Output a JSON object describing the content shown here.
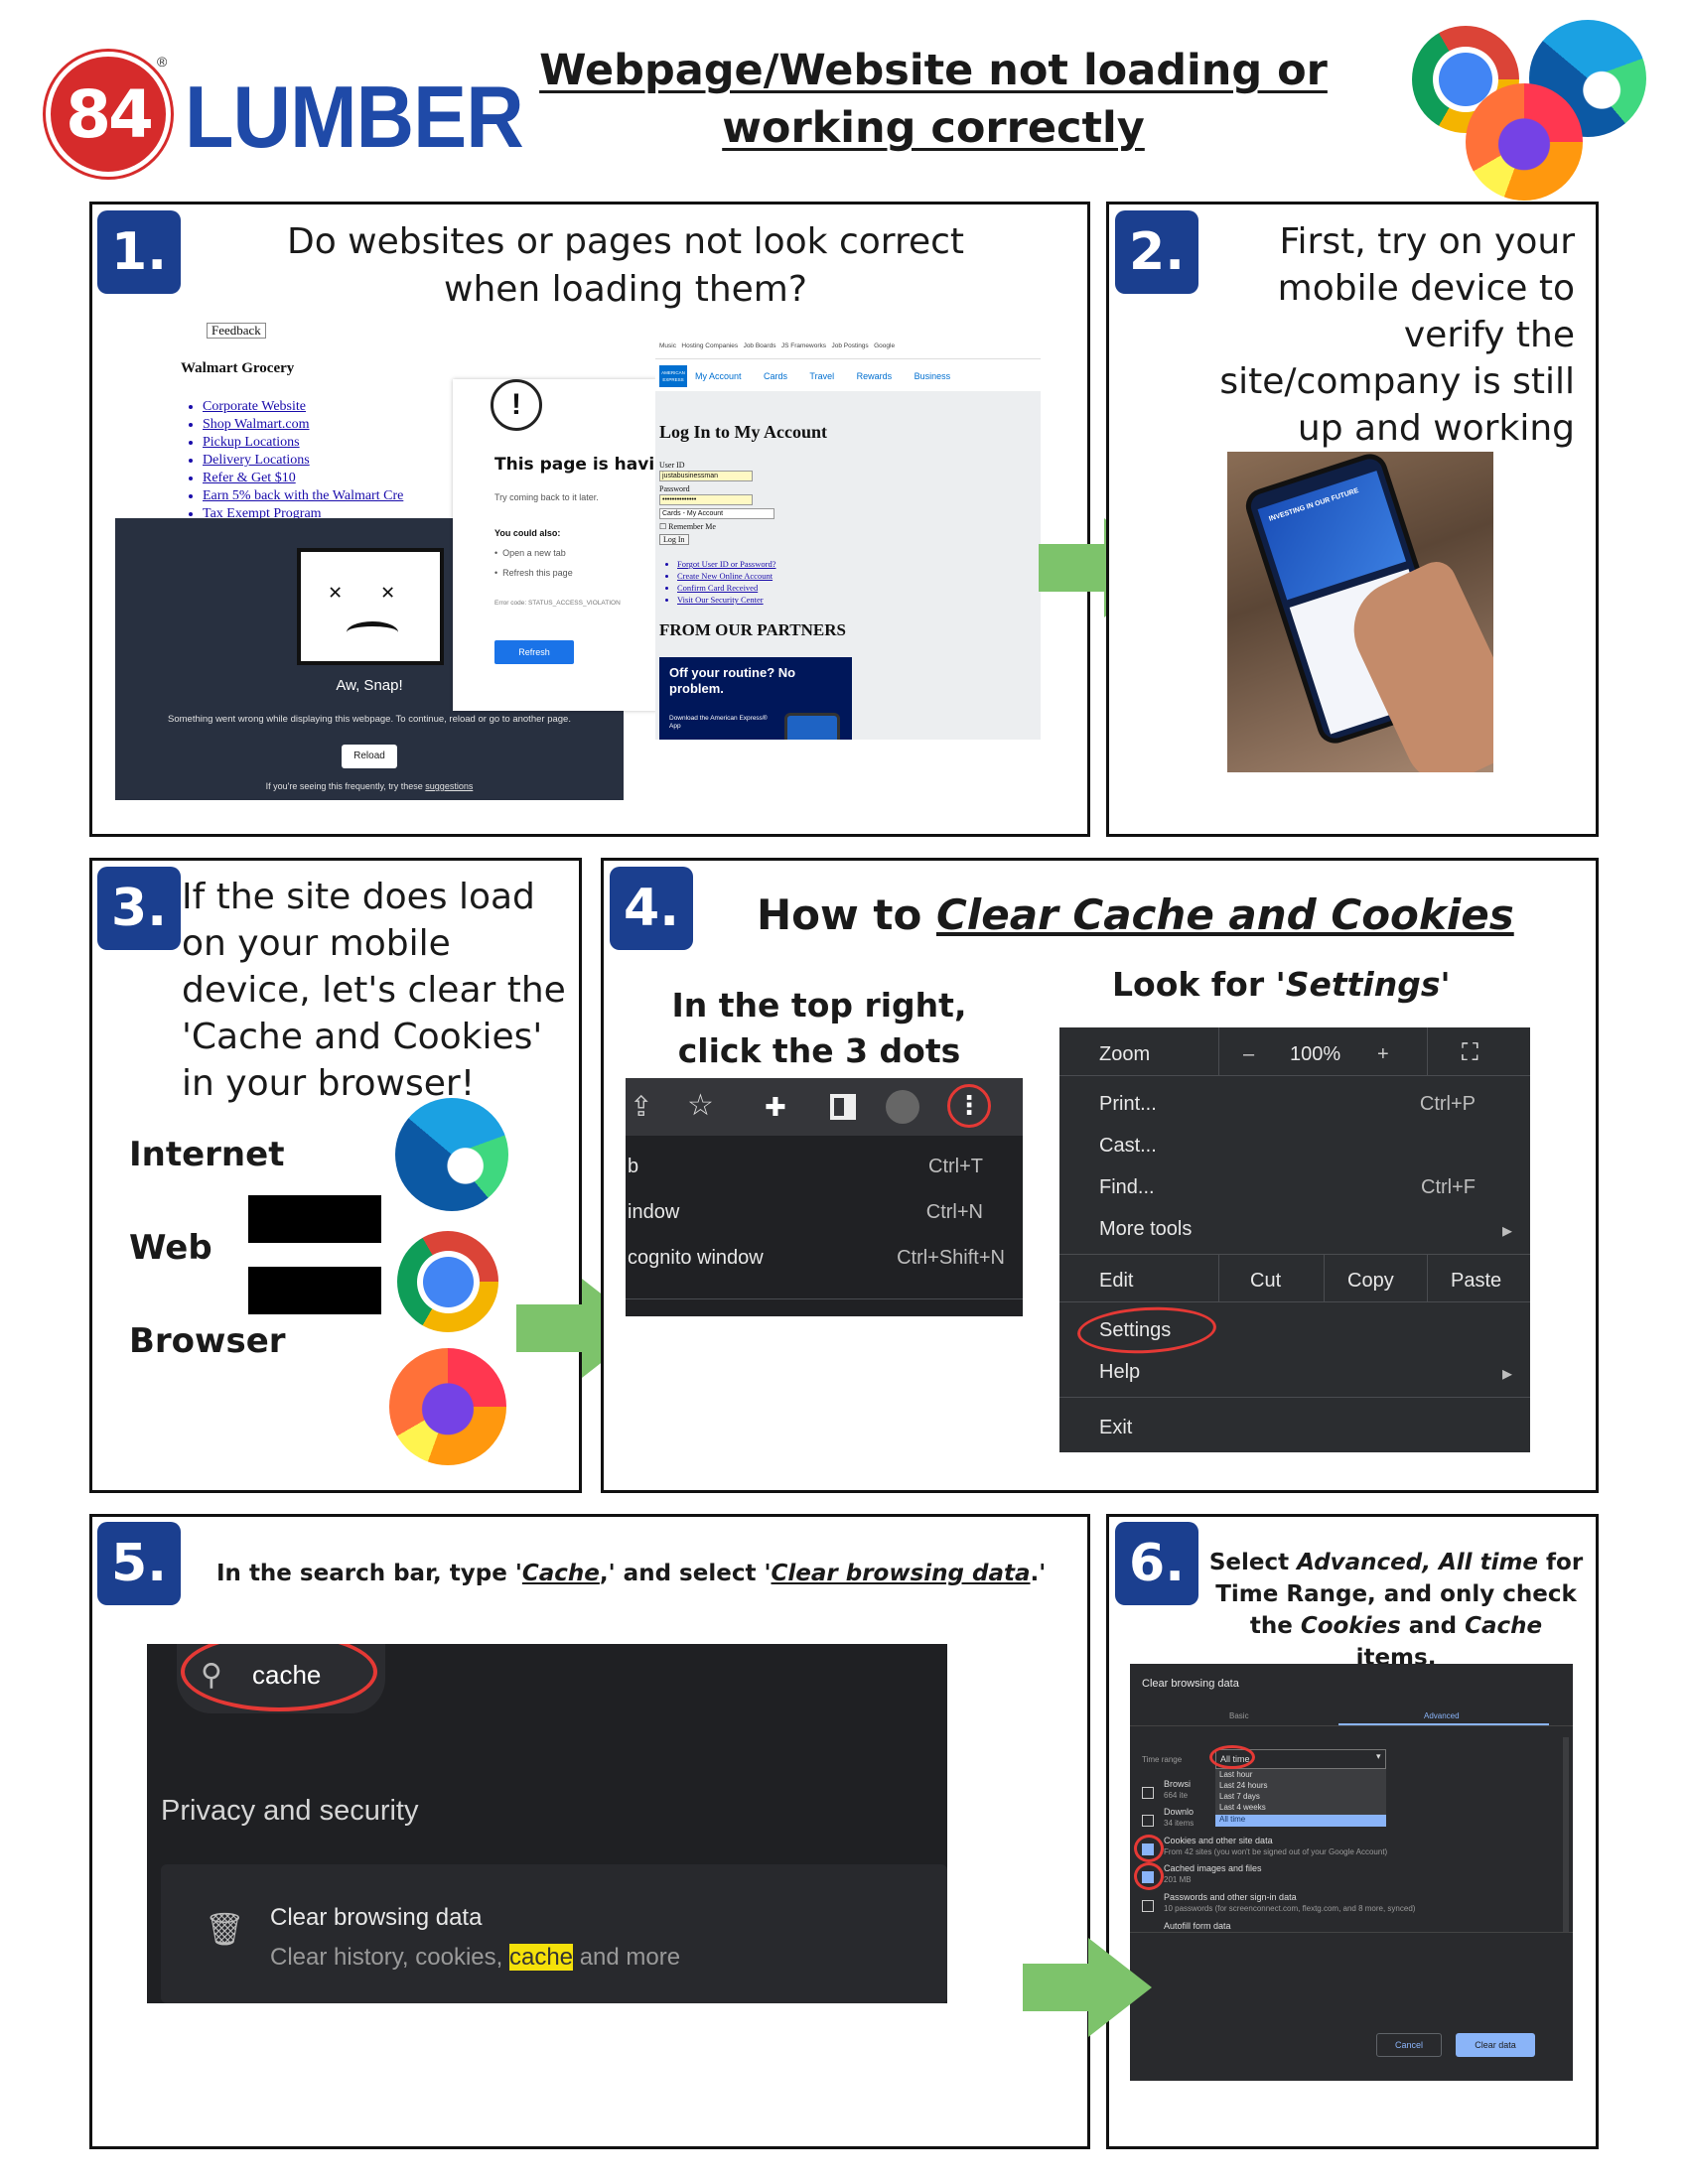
{
  "header": {
    "logo_number": "84",
    "logo_reg": "®",
    "logo_word": "LUMBER",
    "title": "Webpage/Website not loading or working correctly",
    "browser_icons": [
      "chrome-icon",
      "edge-icon",
      "firefox-icon"
    ]
  },
  "step1": {
    "number": "1.",
    "text": "Do websites or pages not look correct when loading them?",
    "walmart": {
      "feedback": "Feedback",
      "heading": "Walmart Grocery",
      "links": [
        "Corporate Website",
        "Shop Walmart.com",
        "Pickup Locations",
        "Delivery Locations",
        "Refer & Get $10",
        "Earn 5% back with the Walmart Cre",
        "Tax Exempt Program"
      ]
    },
    "aw_snap": {
      "title": "Aw, Snap!",
      "message": "Something went wrong while displaying this webpage. To continue, reload or go to another page.",
      "reload": "Reload",
      "footer_prefix": "If you're seeing this frequently, try these ",
      "footer_link": "suggestions"
    },
    "page_error": {
      "icon": "!",
      "title": "This page is havinc",
      "subtitle": "Try coming back to it later.",
      "also": "You could also:",
      "options": [
        "Open a new tab",
        "Refresh this page"
      ],
      "code": "Error code: STATUS_ACCESS_VIOLATION",
      "button": "Refresh"
    },
    "amex": {
      "bookmarks": [
        "Music",
        "Hosting Companies",
        "Job Boards",
        "JS Frameworks",
        "Job Postings",
        "Google"
      ],
      "logo": "AMERICAN EXPRESS",
      "nav": [
        "My Account",
        "Cards",
        "Travel",
        "Rewards",
        "Business"
      ],
      "login_title": "Log In to My Account",
      "user_label": "User ID",
      "user_value": "justabusinessman",
      "password_label": "Password",
      "password_value": "••••••••••••••",
      "select_value": "Cards - My Account",
      "remember": "Remember Me",
      "login_button": "Log In",
      "links": [
        "Forgot User ID or Password?",
        "Create New Online Account",
        "Confirm Card Received",
        "Visit Our Security Center"
      ],
      "partners": "FROM OUR PARTNERS",
      "promo_title": "Off your routine? No problem.",
      "promo_sub": "Download the American Express® App"
    }
  },
  "step2": {
    "number": "2.",
    "text": "First, try on your mobile device to verify the site/company is still up and working",
    "phone_headline": "INVESTING IN OUR FUTURE"
  },
  "step3": {
    "number": "3.",
    "text": "If the site does load on your mobile device, let's clear the 'Cache and Cookies' in your browser!",
    "words": [
      "Internet",
      "Web",
      "Browser"
    ]
  },
  "step4": {
    "number": "4.",
    "title_prefix": "How to ",
    "title_em": "Clear Cache and Cookies",
    "left_caption": "In the top right, click the 3 dots",
    "right_caption_prefix": "Look for '",
    "right_caption_em": "Settings",
    "right_caption_suffix": "'",
    "toolbar_menu": [
      {
        "label": "b",
        "shortcut": "Ctrl+T"
      },
      {
        "label": "indow",
        "shortcut": "Ctrl+N"
      },
      {
        "label": "cognito window",
        "shortcut": "Ctrl+Shift+N"
      }
    ],
    "settings_menu": {
      "zoom_label": "Zoom",
      "zoom_minus": "–",
      "zoom_value": "100%",
      "zoom_plus": "+",
      "items_top": [
        {
          "label": "Print...",
          "shortcut": "Ctrl+P"
        },
        {
          "label": "Cast...",
          "shortcut": ""
        },
        {
          "label": "Find...",
          "shortcut": "Ctrl+F"
        },
        {
          "label": "More tools",
          "shortcut": "▸"
        }
      ],
      "edit_label": "Edit",
      "edit_actions": [
        "Cut",
        "Copy",
        "Paste"
      ],
      "settings": "Settings",
      "help": "Help",
      "help_arrow": "▸",
      "exit": "Exit"
    }
  },
  "step5": {
    "number": "5.",
    "text_parts": [
      "In the search bar, type '",
      "Cache",
      ",' and select '",
      "Clear browsing data",
      ".'"
    ],
    "search_value": "cache",
    "section": "Privacy and security",
    "item_title": "Clear browsing data",
    "item_sub_before": "Clear history, cookies, ",
    "item_sub_highlight": "cache",
    "item_sub_after": " and more"
  },
  "step6": {
    "number": "6.",
    "text_parts": [
      "Select ",
      "Advanced, All time",
      " for Time Range, and only check the ",
      "Cookies",
      " and ",
      "Cache",
      " items."
    ],
    "dialog": {
      "title": "Clear browsing data",
      "tabs": [
        "Basic",
        "Advanced"
      ],
      "time_range_label": "Time range",
      "time_range_value": "All time",
      "options": [
        "Last hour",
        "Last 24 hours",
        "Last 7 days",
        "Last 4 weeks",
        "All time"
      ],
      "items": [
        {
          "label": "Browsi",
          "sub": "664 ite",
          "checked": false
        },
        {
          "label": "Downlo",
          "sub": "34 items",
          "checked": false
        },
        {
          "label": "Cookies and other site data",
          "sub": "From 42 sites (you won't be signed out of your Google Account)",
          "checked": true
        },
        {
          "label": "Cached images and files",
          "sub": "201 MB",
          "checked": true
        },
        {
          "label": "Passwords and other sign-in data",
          "sub": "10 passwords (for screenconnect.com, flextg.com, and 8 more, synced)",
          "checked": false
        },
        {
          "label": "Autofill form data",
          "sub": "",
          "checked": false
        }
      ],
      "cancel": "Cancel",
      "clear": "Clear data"
    }
  },
  "colors": {
    "brand_blue": "#1f4aa8",
    "step_badge": "#1b3f8f",
    "logo_red": "#d62b2b",
    "arrow_green": "#7dc36b",
    "highlight_red": "#e53935"
  }
}
